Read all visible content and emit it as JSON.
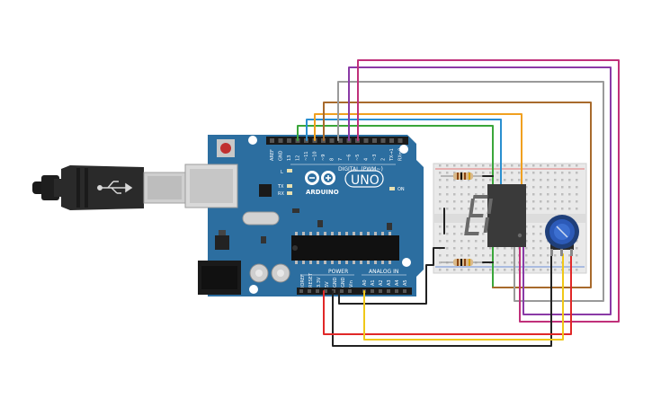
{
  "board": {
    "brand": "ARDUINO",
    "model": "UNO",
    "digital_header": "DIGITAL (PWM~)",
    "power_header": "POWER",
    "analog_header": "ANALOG IN",
    "on_label": "ON",
    "led_l": "L",
    "led_tx": "TX",
    "led_rx": "RX",
    "digital_pins": [
      "AREF",
      "GND",
      "13",
      "12",
      "~11",
      "~10",
      "~9",
      "8",
      "7",
      "~6",
      "~5",
      "4",
      "~3",
      "2",
      "TX→1",
      "RX←0"
    ],
    "power_pins": [
      "IOREF",
      "RESET",
      "3.3V",
      "5V",
      "GND",
      "GND",
      "Vin"
    ],
    "analog_pins": [
      "A0",
      "A1",
      "A2",
      "A3",
      "A4",
      "A5"
    ]
  },
  "display": {
    "digit": "8."
  },
  "colors": {
    "board": "#2c6ea0",
    "breadboard": "#e9e9e9",
    "wire_green": "#3aa63a",
    "wire_blue": "#2a8fd0",
    "wire_orange": "#f0a020",
    "wire_brown": "#a86a2c",
    "wire_gray": "#9a9a9a",
    "wire_purple": "#8a3aa6",
    "wire_magenta": "#c0307a",
    "wire_red": "#e02828",
    "wire_black": "#222222",
    "wire_yellow": "#f0c818"
  }
}
